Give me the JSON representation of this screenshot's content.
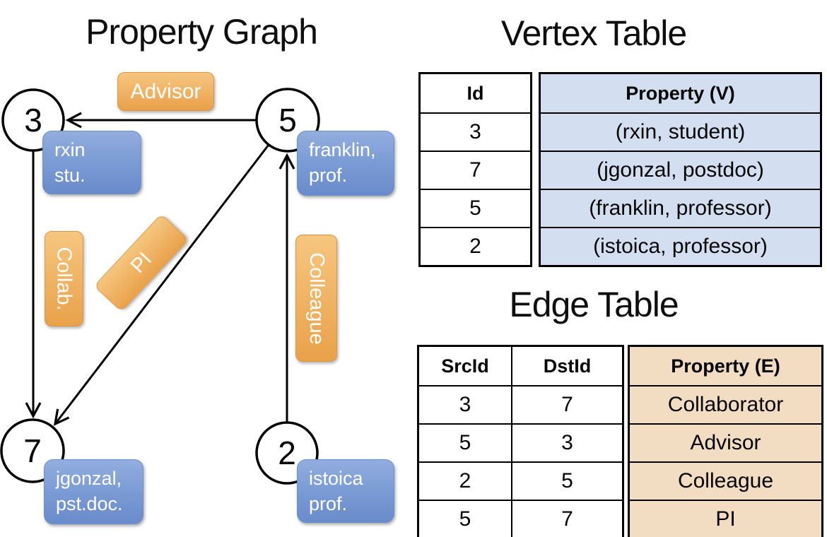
{
  "graph": {
    "title": "Property Graph",
    "vertices": [
      {
        "id": "3",
        "prop_line1": "rxin",
        "prop_line2": "stu."
      },
      {
        "id": "5",
        "prop_line1": "franklin,",
        "prop_line2": "prof."
      },
      {
        "id": "7",
        "prop_line1": "jgonzal,",
        "prop_line2": "pst.doc."
      },
      {
        "id": "2",
        "prop_line1": "istoica",
        "prop_line2": "prof."
      }
    ],
    "edges": [
      {
        "src": "5",
        "dst": "3",
        "label": "Advisor"
      },
      {
        "src": "3",
        "dst": "7",
        "label": "Collab."
      },
      {
        "src": "5",
        "dst": "7",
        "label": "PI"
      },
      {
        "src": "2",
        "dst": "5",
        "label": "Colleague"
      }
    ]
  },
  "vertex_table": {
    "title": "Vertex Table",
    "columns": {
      "id": "Id",
      "property": "Property (V)"
    },
    "rows": [
      {
        "id": "3",
        "property": "(rxin, student)"
      },
      {
        "id": "7",
        "property": "(jgonzal, postdoc)"
      },
      {
        "id": "5",
        "property": "(franklin, professor)"
      },
      {
        "id": "2",
        "property": "(istoica, professor)"
      }
    ]
  },
  "edge_table": {
    "title": "Edge Table",
    "columns": {
      "src": "SrcId",
      "dst": "DstId",
      "property": "Property (E)"
    },
    "rows": [
      {
        "src": "3",
        "dst": "7",
        "property": "Collaborator"
      },
      {
        "src": "5",
        "dst": "3",
        "property": "Advisor"
      },
      {
        "src": "2",
        "dst": "5",
        "property": "Colleague"
      },
      {
        "src": "5",
        "dst": "7",
        "property": "PI"
      }
    ]
  },
  "colors": {
    "edge_label_orange_top": "#f6c67f",
    "edge_label_orange_bottom": "#e9a149",
    "vertex_box_blue_top": "#93adde",
    "vertex_box_blue_bottom": "#6a8bca",
    "vertex_table_property_bg": "#d3dff1",
    "edge_table_property_bg": "#f2dcc2",
    "line_color": "#000000",
    "label_text": "#ffffff"
  }
}
